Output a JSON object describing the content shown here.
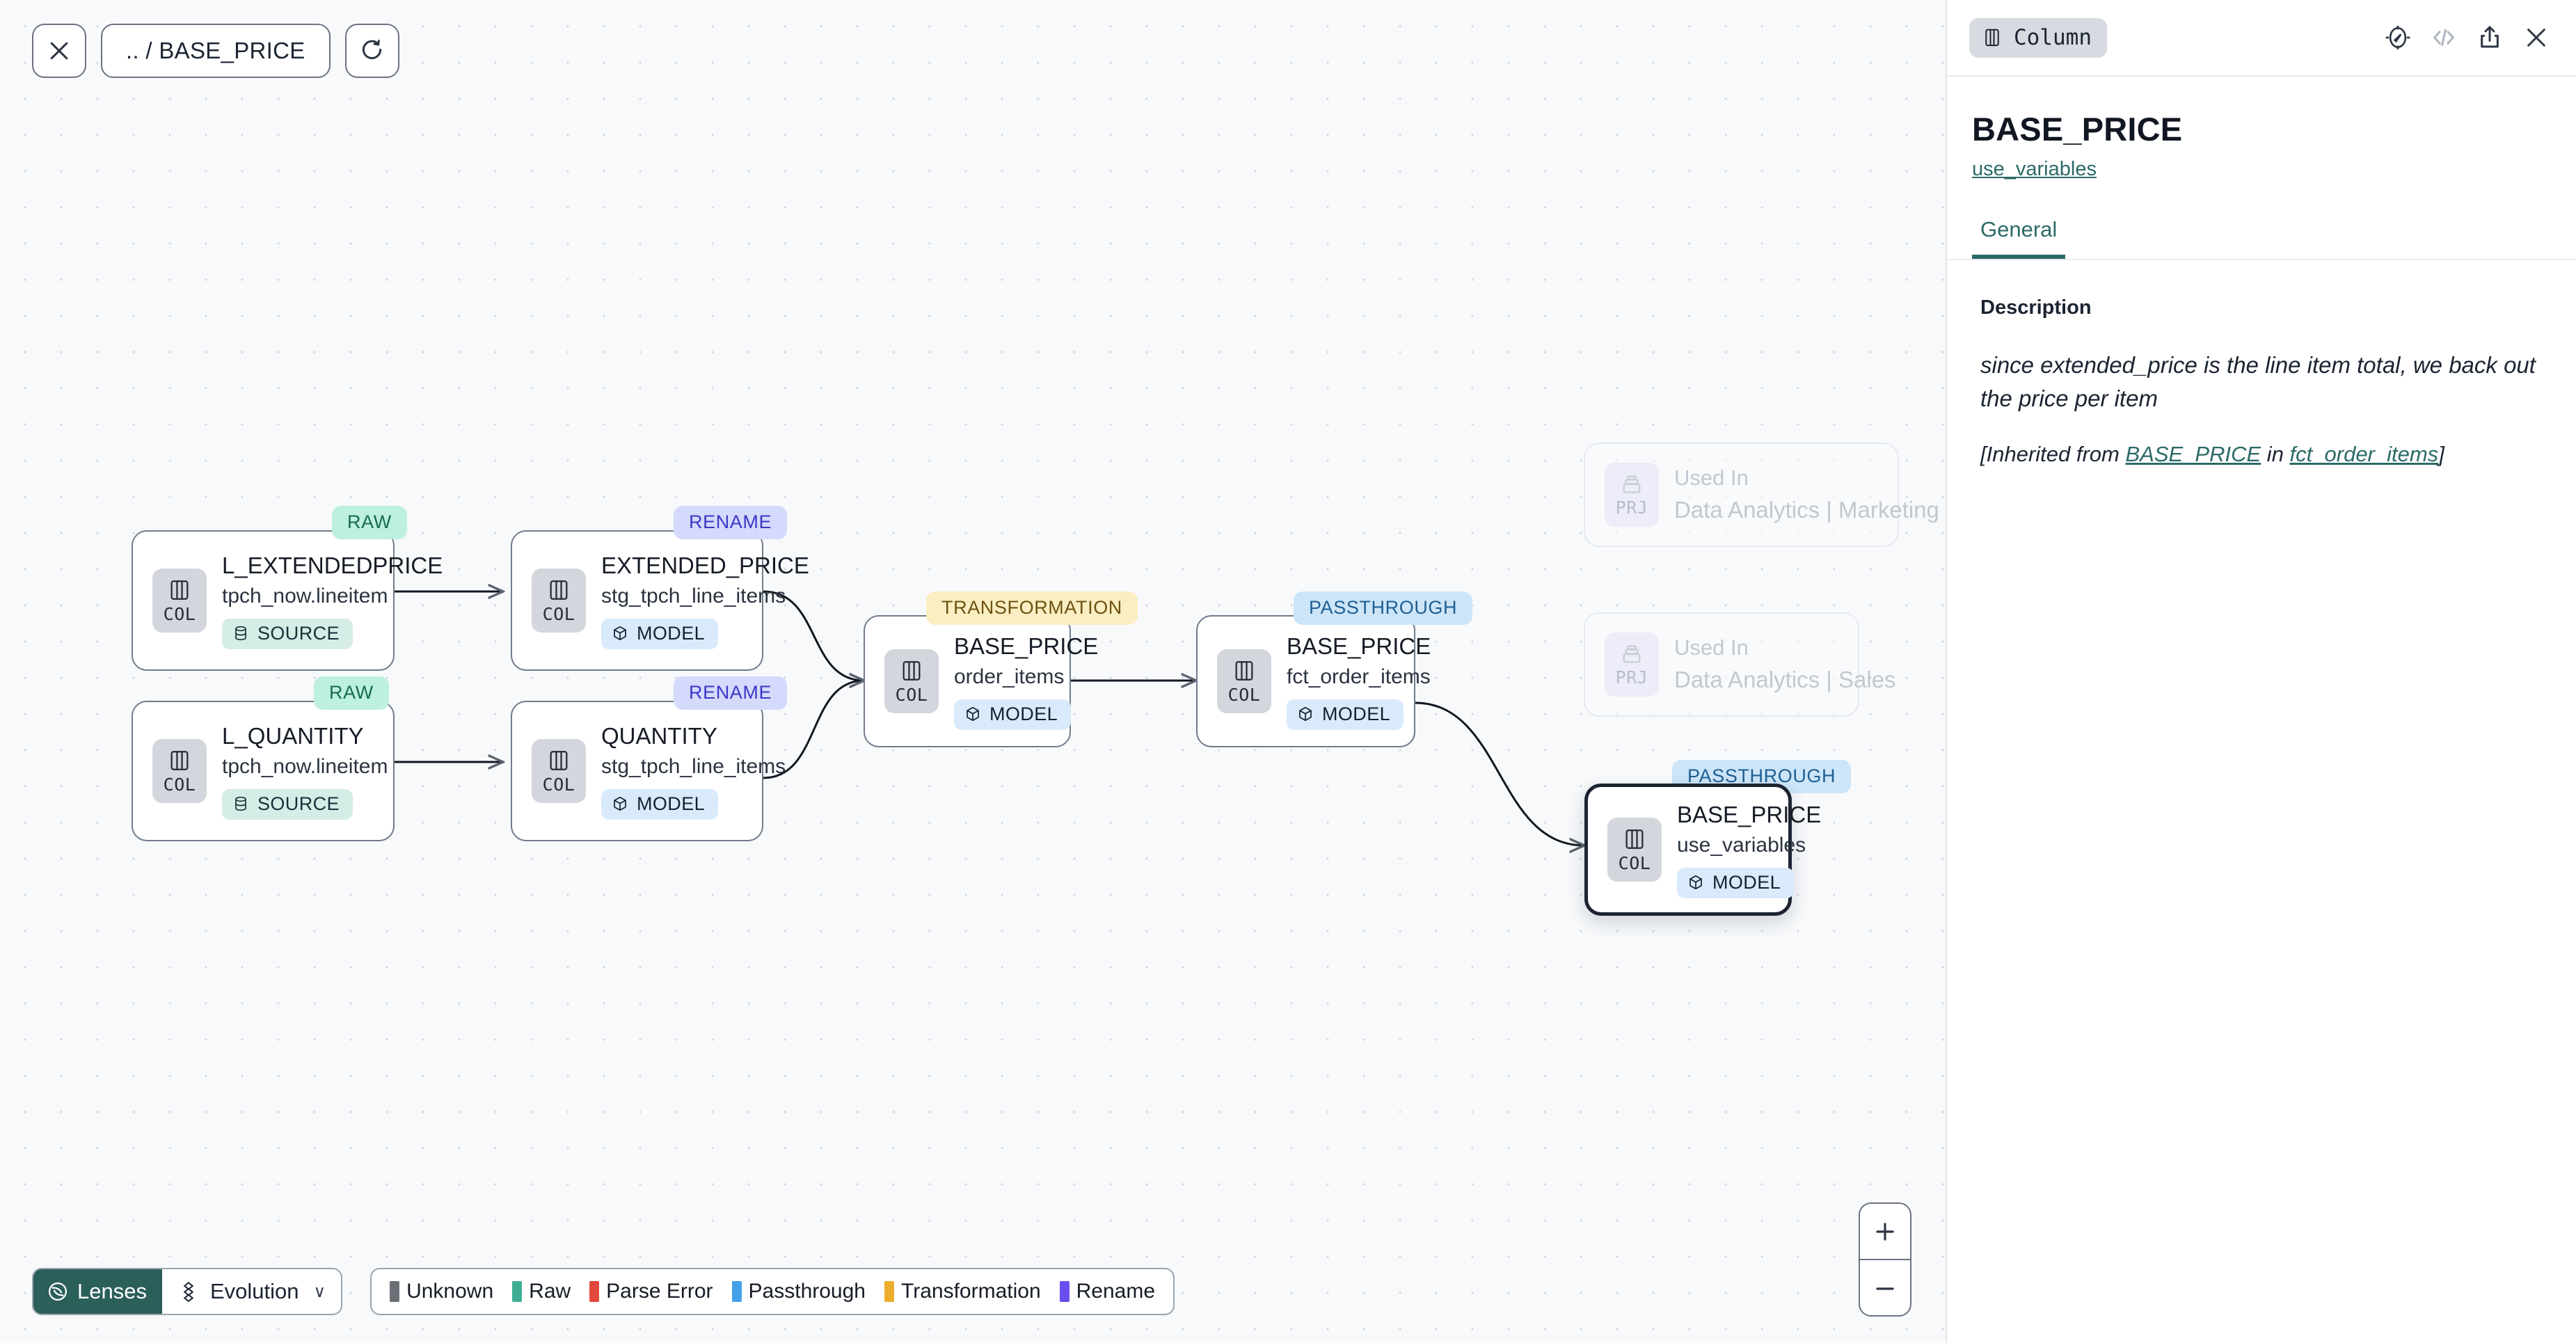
{
  "toolbar": {
    "close_label": "close-icon",
    "breadcrumb": ".. / BASE_PRICE",
    "refresh_label": "refresh-icon"
  },
  "graph": {
    "nodes": [
      {
        "id": "l_extendedprice",
        "badge": "RAW",
        "badge_kind": "raw",
        "type_label": "COL",
        "title": "L_EXTENDEDPRICE",
        "subtitle": "tpch_now.lineitem",
        "chip": "SOURCE",
        "chip_kind": "source",
        "selected": false
      },
      {
        "id": "l_quantity",
        "badge": "RAW",
        "badge_kind": "raw",
        "type_label": "COL",
        "title": "L_QUANTITY",
        "subtitle": "tpch_now.lineitem",
        "chip": "SOURCE",
        "chip_kind": "source",
        "selected": false
      },
      {
        "id": "extended_price",
        "badge": "RENAME",
        "badge_kind": "rename",
        "type_label": "COL",
        "title": "EXTENDED_PRICE",
        "subtitle": "stg_tpch_line_items",
        "chip": "MODEL",
        "chip_kind": "model",
        "selected": false
      },
      {
        "id": "quantity",
        "badge": "RENAME",
        "badge_kind": "rename",
        "type_label": "COL",
        "title": "QUANTITY",
        "subtitle": "stg_tpch_line_items",
        "chip": "MODEL",
        "chip_kind": "model",
        "selected": false
      },
      {
        "id": "base_price_order_items",
        "badge": "TRANSFORMATION",
        "badge_kind": "transformation",
        "type_label": "COL",
        "title": "BASE_PRICE",
        "subtitle": "order_items",
        "chip": "MODEL",
        "chip_kind": "model",
        "selected": false
      },
      {
        "id": "base_price_fct_order_items",
        "badge": "PASSTHROUGH",
        "badge_kind": "passthrough",
        "type_label": "COL",
        "title": "BASE_PRICE",
        "subtitle": "fct_order_items",
        "chip": "MODEL",
        "chip_kind": "model",
        "selected": false
      },
      {
        "id": "base_price_use_variables",
        "badge": "PASSTHROUGH",
        "badge_kind": "passthrough",
        "type_label": "COL",
        "title": "BASE_PRICE",
        "subtitle": "use_variables",
        "chip": "MODEL",
        "chip_kind": "model",
        "selected": true
      }
    ],
    "ghost_nodes": [
      {
        "id": "used_in_marketing",
        "type_label": "PRJ",
        "title": "Used In",
        "subtitle": "Data Analytics | Marketing"
      },
      {
        "id": "used_in_sales",
        "type_label": "PRJ",
        "title": "Used In",
        "subtitle": "Data Analytics | Sales"
      }
    ]
  },
  "zoom_controls": {
    "zoom_in": "+",
    "zoom_out": "−"
  },
  "bottom_bar": {
    "lenses_label": "Lenses",
    "evolution_label": "Evolution",
    "evolution_caret": "∨",
    "legend": [
      {
        "label": "Unknown",
        "color": "#6b6f76"
      },
      {
        "label": "Raw",
        "color": "#3fae94"
      },
      {
        "label": "Parse Error",
        "color": "#e2483c"
      },
      {
        "label": "Passthrough",
        "color": "#45a0ea"
      },
      {
        "label": "Transformation",
        "color": "#ecad2c"
      },
      {
        "label": "Rename",
        "color": "#6b4df0"
      }
    ]
  },
  "panel": {
    "kind_badge": "Column",
    "actions": [
      "explore-icon",
      "code-icon",
      "share-icon",
      "close-icon"
    ],
    "title": "BASE_PRICE",
    "model_link": "use_variables",
    "tabs": [
      {
        "label": "General",
        "active": true
      }
    ],
    "description_label": "Description",
    "description_text": "since extended_price is the line item total, we back out the price per item",
    "inherited_prefix": "[Inherited from ",
    "inherited_column": "BASE_PRICE",
    "inherited_mid": " in ",
    "inherited_model": "fct_order_items",
    "inherited_suffix": "]"
  },
  "colors": {
    "accent_teal": "#2b6a67",
    "lenses_green": "#2b5f59",
    "canvas_bg": "#f7f9fb"
  }
}
